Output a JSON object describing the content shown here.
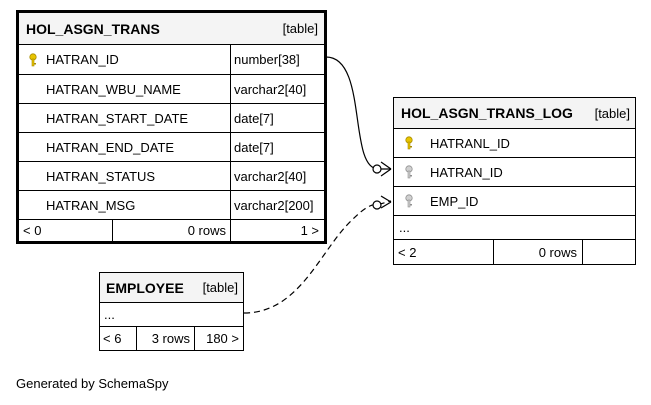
{
  "tables": {
    "hol_asgn_trans": {
      "name": "HOL_ASGN_TRANS",
      "tag": "[table]",
      "columns": [
        {
          "name": "HATRAN_ID",
          "type": "number[38]",
          "key": "primary"
        },
        {
          "name": "HATRAN_WBU_NAME",
          "type": "varchar2[40]",
          "key": "none"
        },
        {
          "name": "HATRAN_START_DATE",
          "type": "date[7]",
          "key": "none"
        },
        {
          "name": "HATRAN_END_DATE",
          "type": "date[7]",
          "key": "none"
        },
        {
          "name": "HATRAN_STATUS",
          "type": "varchar2[40]",
          "key": "none"
        },
        {
          "name": "HATRAN_MSG",
          "type": "varchar2[200]",
          "key": "none"
        }
      ],
      "footer": {
        "parents": "< 0",
        "rows": "0 rows",
        "children": "1 >"
      }
    },
    "hol_asgn_trans_log": {
      "name": "HOL_ASGN_TRANS_LOG",
      "tag": "[table]",
      "columns": [
        {
          "name": "HATRANL_ID",
          "key": "primary"
        },
        {
          "name": "HATRAN_ID",
          "key": "foreign"
        },
        {
          "name": "EMP_ID",
          "key": "foreign"
        }
      ],
      "ellipsis": "...",
      "footer": {
        "parents": "< 2",
        "rows": "0 rows",
        "children": ""
      }
    },
    "employee": {
      "name": "EMPLOYEE",
      "tag": "[table]",
      "ellipsis": "...",
      "footer": {
        "parents": "< 6",
        "rows": "3 rows",
        "children": "180 >"
      }
    }
  },
  "colors": {
    "primary_key": "#e8c400",
    "foreign_key": "#b0b0b0",
    "line": "#000000",
    "header_bg": "#f4f4f4"
  },
  "generated_by": "Generated by SchemaSpy"
}
